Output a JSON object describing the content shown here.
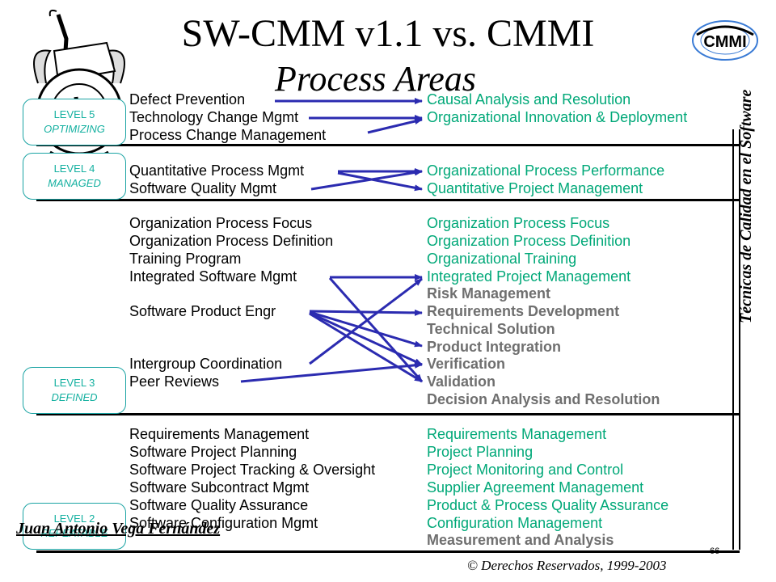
{
  "title": "SW-CMM v1.1 vs. CMMI",
  "subtitle": "Process Areas",
  "logo_text": "CMMI",
  "side_text": "Técnicas de Calidad en el Software",
  "author": "Juan Antonio Vega Fernández",
  "page_number": "66",
  "copyright": "© Derechos Reservados, 1999-2003",
  "colors": {
    "new_area": "#00a878",
    "added_area": "#6f6f6f",
    "arrow": "#2b2bb0",
    "level_box": "#14b0a0"
  },
  "levels": [
    {
      "num": "LEVEL 5",
      "name": "OPTIMIZING"
    },
    {
      "num": "LEVEL 4",
      "name": "MANAGED"
    },
    {
      "num": "LEVEL 3",
      "name": "DEFINED"
    },
    {
      "num": "LEVEL 2",
      "name": "REPEATABLE"
    }
  ],
  "swcmm": [
    "Defect Prevention",
    "Technology Change Mgmt",
    "Process Change Management",
    "Quantitative Process Mgmt",
    "Software Quality Mgmt",
    "Organization Process Focus",
    "Organization Process Definition",
    "Training Program",
    "Integrated Software Mgmt",
    "Software Product Engr",
    "Intergroup Coordination",
    "Peer Reviews",
    "Requirements Management",
    "Software Project Planning",
    "Software Project Tracking & Oversight",
    "Software Subcontract Mgmt",
    "Software Quality Assurance",
    "Software Configuration Mgmt"
  ],
  "cmmi": [
    "Causal Analysis and Resolution",
    "Organizational Innovation & Deployment",
    "Organizational Process Performance",
    "Quantitative Project Management",
    "Organization Process Focus",
    "Organization Process Definition",
    "Organizational Training",
    "Integrated Project Management",
    "Risk Management",
    "Requirements Development",
    "Technical Solution",
    "Product Integration",
    "Verification",
    "Validation",
    "Decision Analysis and Resolution",
    "Requirements Management",
    "Project Planning",
    "Project Monitoring and Control",
    "Supplier Agreement Management",
    "Product & Process Quality Assurance",
    "Configuration Management",
    "Measurement and Analysis"
  ]
}
